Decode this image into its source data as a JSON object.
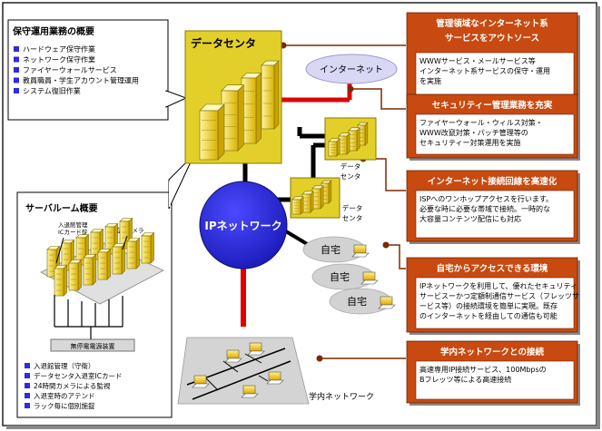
{
  "maintenance": {
    "title": "保守運用業務の概要",
    "items": [
      "ハードウェア保守作業",
      "ネットワーク保守作業",
      "ファイヤーウォールサービス",
      "教員職員・学生アカウント管理運用",
      "システム復旧作業"
    ]
  },
  "serverroom": {
    "title": "サーバルーム概要",
    "labels": {
      "access": "入退館管理",
      "ic": "ICカード錠",
      "camera": "監視カメラ",
      "power": "無停電電源装置"
    },
    "items": [
      "入退館管理（守衛）",
      "データセンタ入退室ICカード",
      "24時間カメラによる監視",
      "入退室時のアテンド",
      "ラック毎に個別施錠"
    ]
  },
  "nodes": {
    "datacenter_main": "データセンタ",
    "datacenter_small_1": "データ\nセンタ",
    "datacenter_small_2": "データ\nセンタ",
    "internet": "インターネット",
    "ip_network": "IPネットワーク",
    "home": "自宅",
    "campus": "学内ネットワーク"
  },
  "services": [
    {
      "title": "管理領域なインターネット系\nサービスをアウトソース",
      "body": "WWWサービス・メールサービス等\nインターネット系サービスの保守・運用\nを実施"
    },
    {
      "title": "セキュリティー管理業務を充実",
      "body": "ファイヤーウォール・ウィルス対策・\nWWW改竄対策・パッチ管理等の\nセキュリティー対策運用を実施"
    },
    {
      "title": "インターネット接続回線を高速化",
      "body": "ISPへのワンホップアクセスを行います。\n必要な時に必要な帯域で接続。一時的な\n大容量コンテンツ配信にも対応"
    },
    {
      "title": "自宅からアクセスできる環境",
      "body": "IPネットワークを利用して、優れたセキュリティ\nサービスーかつ定額制通信サービス（フレッツサ\nービス等）の接続環境を簡単に実現。既存\nのインターネットを経由しての通信も可能"
    },
    {
      "title": "学内ネットワークとの接続",
      "body": "高速専用IP接続サービス、100Mbpsの\nBフレッツ等による高速接続"
    }
  ],
  "colors": {
    "panel": "#c84a10",
    "datacenter": "#e3cf2a",
    "ipnet": "#2c2ce0",
    "link": "#e00000"
  }
}
